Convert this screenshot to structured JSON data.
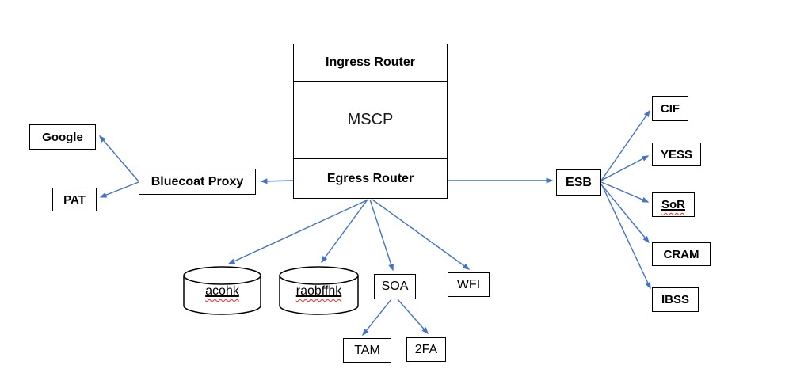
{
  "diagram": {
    "type": "network-architecture-flowchart",
    "colors": {
      "arrow": "#4472C4",
      "shape_border": "#000000",
      "spellcheck_underline": "#FF2116"
    },
    "nodes": {
      "ingress": {
        "label": "Ingress Router",
        "shape": "box-section"
      },
      "mscp": {
        "label": "MSCP",
        "shape": "box-section"
      },
      "egress": {
        "label": "Egress Router",
        "shape": "box-section"
      },
      "google": {
        "label": "Google",
        "shape": "box"
      },
      "pat": {
        "label": "PAT",
        "shape": "box"
      },
      "bluecoat": {
        "label": "Bluecoat Proxy",
        "shape": "box"
      },
      "esb": {
        "label": "ESB",
        "shape": "box"
      },
      "cif": {
        "label": "CIF",
        "shape": "box"
      },
      "yess": {
        "label": "YESS",
        "shape": "box"
      },
      "sor": {
        "label": "SoR",
        "shape": "box",
        "underlined": true,
        "spellcheck": true
      },
      "cram": {
        "label": "CRAM",
        "shape": "box"
      },
      "ibss": {
        "label": "IBSS",
        "shape": "box"
      },
      "acohk": {
        "label": "acohk",
        "shape": "cylinder",
        "underlined": true,
        "spellcheck": true
      },
      "raobffhk": {
        "label": "raobffhk",
        "shape": "cylinder",
        "underlined": true,
        "spellcheck": true
      },
      "soa": {
        "label": "SOA",
        "shape": "box"
      },
      "wfi": {
        "label": "WFI",
        "shape": "box"
      },
      "tam": {
        "label": "TAM",
        "shape": "box"
      },
      "tfa": {
        "label": "2FA",
        "shape": "box"
      }
    },
    "edges": [
      {
        "from": "Egress Router",
        "to": "Bluecoat Proxy"
      },
      {
        "from": "Bluecoat Proxy",
        "to": "Google"
      },
      {
        "from": "Bluecoat Proxy",
        "to": "PAT"
      },
      {
        "from": "Egress Router",
        "to": "ESB"
      },
      {
        "from": "Egress Router",
        "to": "acohk"
      },
      {
        "from": "Egress Router",
        "to": "raobffhk"
      },
      {
        "from": "Egress Router",
        "to": "SOA"
      },
      {
        "from": "Egress Router",
        "to": "WFI"
      },
      {
        "from": "ESB",
        "to": "CIF"
      },
      {
        "from": "ESB",
        "to": "YESS"
      },
      {
        "from": "ESB",
        "to": "SoR"
      },
      {
        "from": "ESB",
        "to": "CRAM"
      },
      {
        "from": "ESB",
        "to": "IBSS"
      },
      {
        "from": "SOA",
        "to": "TAM"
      },
      {
        "from": "SOA",
        "to": "2FA"
      }
    ]
  }
}
